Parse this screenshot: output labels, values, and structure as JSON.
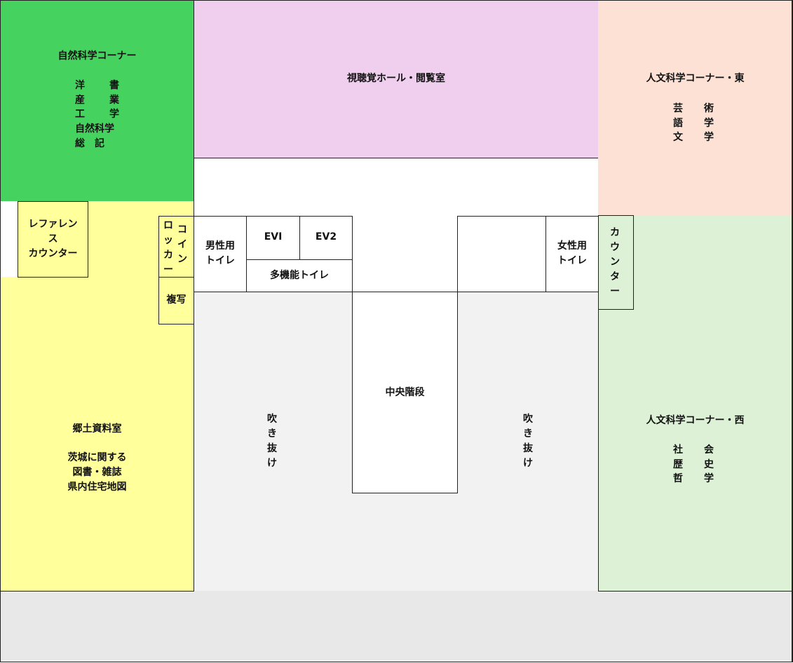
{
  "rooms": {
    "natural_science": {
      "title": "自然科学コーナー",
      "subjects": [
        [
          "洋",
          "書"
        ],
        [
          "産",
          "業"
        ],
        [
          "工",
          "学"
        ]
      ],
      "subjects_wide": [
        "自然科学",
        "総　記"
      ],
      "color": "#46d25f"
    },
    "av_hall": {
      "title": "視聴覚ホール・閲覧室",
      "color": "#f0cfee"
    },
    "humanities_east": {
      "title": "人文科学コーナー・東",
      "subjects": [
        [
          "芸",
          "術"
        ],
        [
          "語",
          "学"
        ],
        [
          "文",
          "学"
        ]
      ],
      "color": "#fce1d4"
    },
    "reference_counter": {
      "label_lines": [
        "レファレン",
        "ス",
        "カウンター"
      ]
    },
    "coin_locker": {
      "col_right": "コイン",
      "col_left": "ロッカー"
    },
    "copy": {
      "label": "複写"
    },
    "mens_toilet": {
      "label_lines": [
        "男性用",
        "トイレ"
      ]
    },
    "ev1": {
      "label": "EVⅠ"
    },
    "ev2": {
      "label": "EV2"
    },
    "multi_toilet": {
      "label": "多機能トイレ"
    },
    "womens_toilet": {
      "label_lines": [
        "女性用",
        "トイレ"
      ]
    },
    "counter_east": {
      "label": "カウンター"
    },
    "central_stairs": {
      "label": "中央階段"
    },
    "atrium_left": {
      "label": "吹き抜け"
    },
    "atrium_right": {
      "label": "吹き抜け"
    },
    "local_materials": {
      "title": "郷土資料室",
      "lines": [
        "茨城に関する",
        "図書・雑誌",
        "県内住宅地図"
      ],
      "color": "#ffff9c"
    },
    "humanities_west": {
      "title": "人文科学コーナー・西",
      "subjects": [
        [
          "社",
          "会"
        ],
        [
          "歴",
          "史"
        ],
        [
          "哲",
          "学"
        ]
      ],
      "color": "#dcf1d6"
    }
  },
  "colors": {
    "atrium": "#f2f2f2",
    "bottom_band": "#e8e8e8",
    "arrow": "#e8702d",
    "border": "#222222"
  },
  "icons": {
    "entrance_arrows": [
      "triangle-right-icon",
      "triangle-left-icon",
      "triangle-up-icon"
    ]
  }
}
